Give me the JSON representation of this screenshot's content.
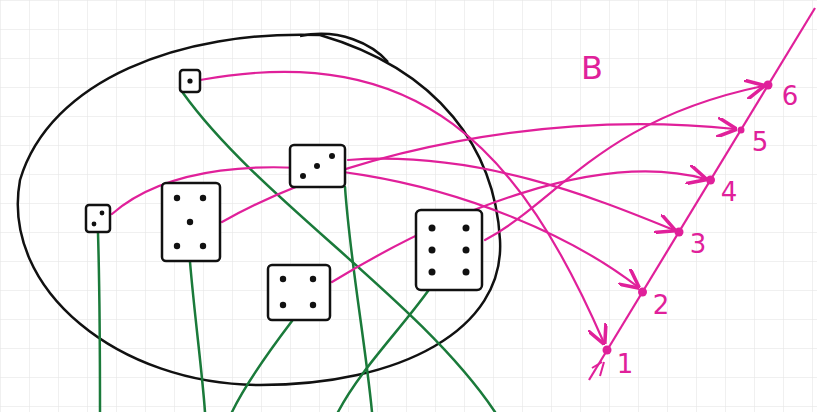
{
  "diagram": {
    "labels": [
      "B",
      "1",
      "2",
      "3",
      "4",
      "5",
      "6"
    ]
  }
}
